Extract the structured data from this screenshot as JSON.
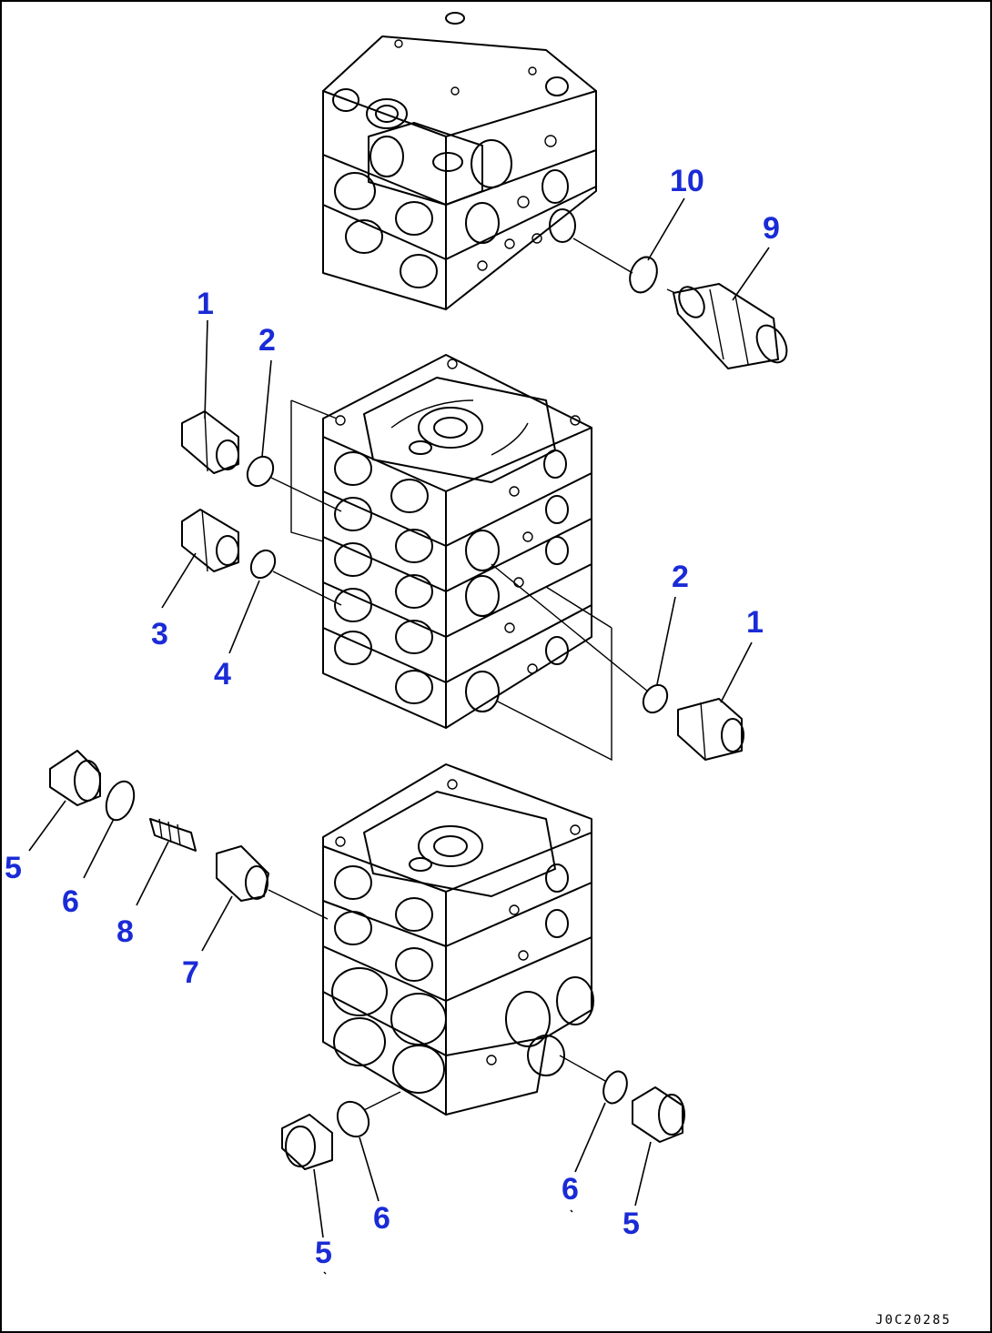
{
  "diagram": {
    "callouts": {
      "c1a": "1",
      "c2a": "2",
      "c3": "3",
      "c4": "4",
      "c10": "10",
      "c9": "9",
      "c2b": "2",
      "c1b": "1",
      "c5a": "5",
      "c6a": "6",
      "c8": "8",
      "c7": "7",
      "c6b": "6",
      "c5b": "5",
      "c6c": "6",
      "c5c": "5"
    },
    "doc_id": "J0C20285",
    "label_color": "#1a2bd6"
  }
}
